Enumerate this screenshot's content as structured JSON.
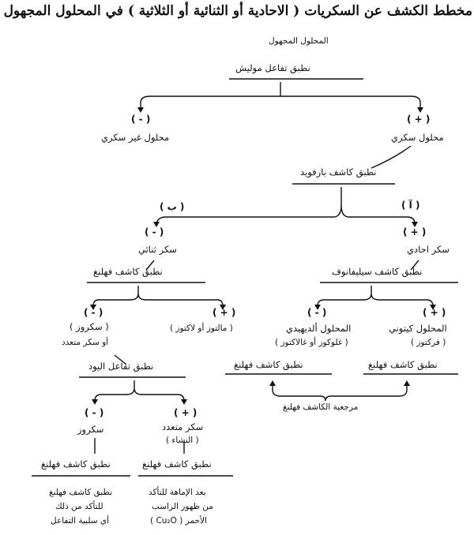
{
  "title": "مخطط الكشف عن السكريات ( الاحادية أو الثنائية أو الثلاثية ) في المحلول المجهول",
  "root": "المحلول المجهول",
  "molisch": {
    "test": "نطبق تفاعل موليش",
    "negative": {
      "sign": "( - )",
      "result": "محلول غير سكري"
    },
    "positive": {
      "sign": "( + )",
      "result": "محلول سكري"
    }
  },
  "barfoed": {
    "test": "نطبق كاشف بارفويد",
    "branch_b": "( ب )",
    "branch_a": "( آ )",
    "negative": {
      "sign": "( - )",
      "result": "سكر ثنائي"
    },
    "positive": {
      "sign": "( + )",
      "result": "سكر احادي"
    }
  },
  "fehling_disaccharide": {
    "test": "نطبق كاشف فهلنغ",
    "negative": {
      "sign": "( - )",
      "result": "( سكروز )",
      "note": "أو سكر متعدد"
    },
    "positive": {
      "sign": "( + )",
      "result": "( مالتوز أو لاكتوز )"
    }
  },
  "seliwanoff": {
    "test": "نطبق كاشف سيليفانوف",
    "negative": {
      "sign": "( - )",
      "result": "المحلول ألديهيدي",
      "note": "( غلوكوز أو غالاكتوز )"
    },
    "positive": {
      "sign": "( + )",
      "result": "المحلول كيتوني",
      "note": "( فركتوز )"
    }
  },
  "iodine": {
    "test": "نطبق تفاعل اليود",
    "negative": {
      "sign": "( - )",
      "result": "سكروز"
    },
    "positive": {
      "sign": "( + )",
      "result": "سكر متعدد",
      "note": "( النشاء )"
    }
  },
  "fehling_left": "نطبق كاشف فهلنغ",
  "fehling_right": "نطبق كاشف فهلنغ",
  "fehling_confirm": "مرجعية الكاشف فهلنغ",
  "box_left": {
    "heading": "نطبق كاشف فهلنغ",
    "lines": [
      "نطبق كاشف فهلنغ",
      "للتأكد من ذلك",
      "أي سلبية التفاعل"
    ]
  },
  "box_right": {
    "heading": "نطبق كاشف فهلنغ",
    "lines": [
      "بعد الإماهة للتأكد",
      "من ظهور الراسب",
      "الأحمر ( Cu₂O )"
    ]
  }
}
